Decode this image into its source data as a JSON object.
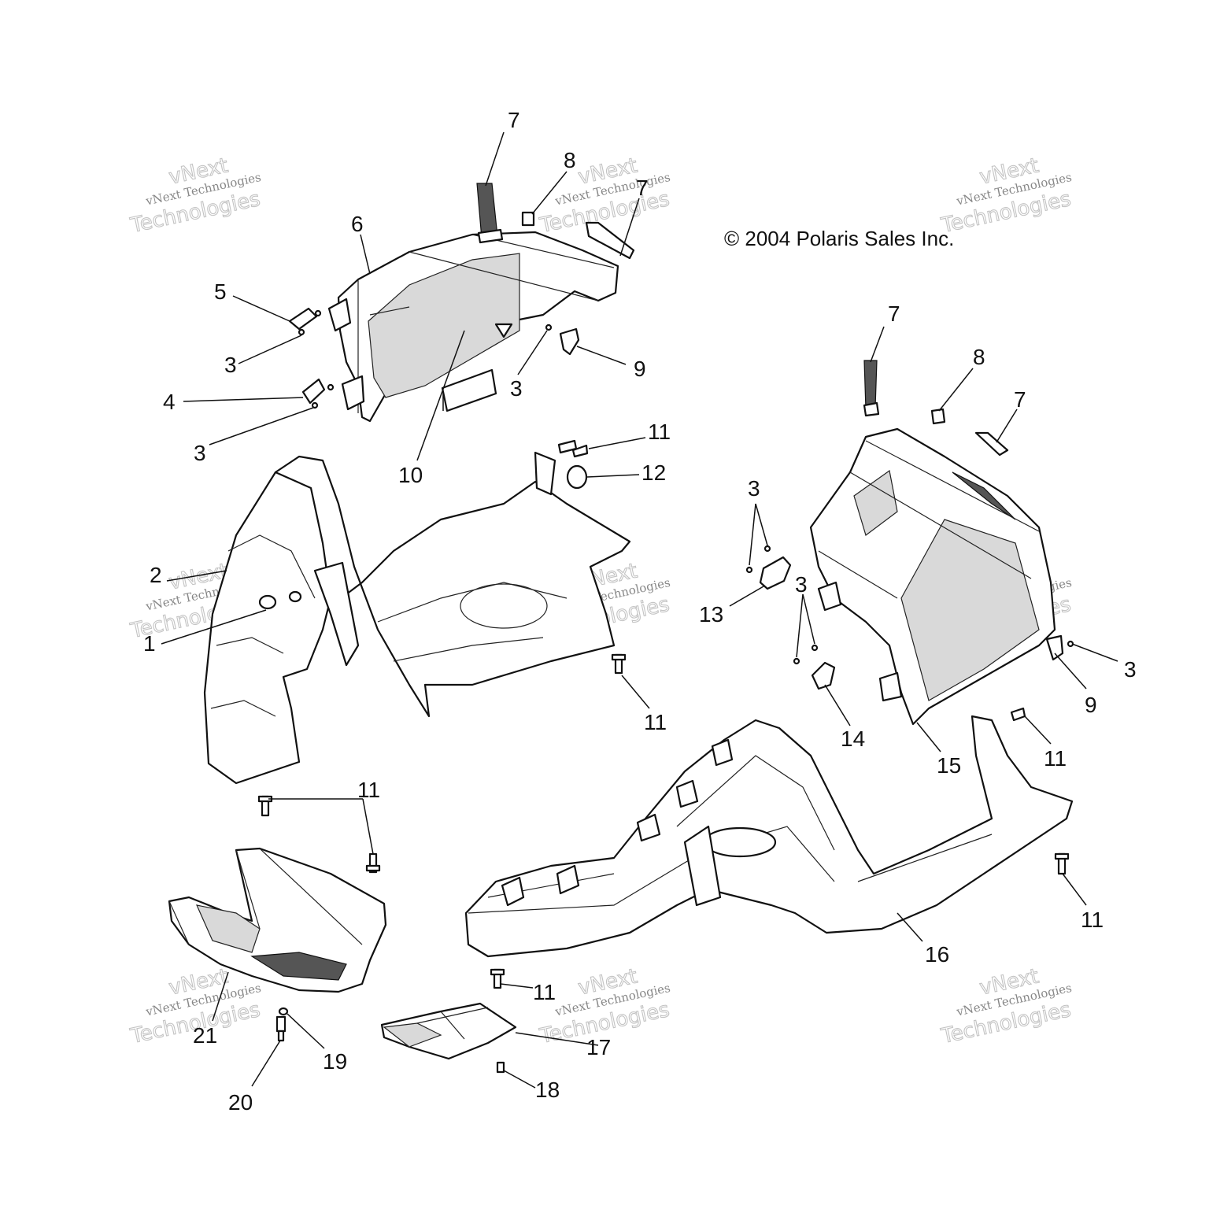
{
  "copyright": "© 2004 Polaris Sales Inc.",
  "watermark": {
    "line1": "vNext Technologies",
    "line2": "vNext",
    "line3": "Technologies"
  },
  "callouts": [
    {
      "id": "c7a",
      "label": "7"
    },
    {
      "id": "c8a",
      "label": "8"
    },
    {
      "id": "c7b",
      "label": "7"
    },
    {
      "id": "c6",
      "label": "6"
    },
    {
      "id": "c5",
      "label": "5"
    },
    {
      "id": "c3a",
      "label": "3"
    },
    {
      "id": "c4",
      "label": "4"
    },
    {
      "id": "c3b",
      "label": "3"
    },
    {
      "id": "c3c",
      "label": "3"
    },
    {
      "id": "c9a",
      "label": "9"
    },
    {
      "id": "c10",
      "label": "10"
    },
    {
      "id": "c11a",
      "label": "11"
    },
    {
      "id": "c12",
      "label": "12"
    },
    {
      "id": "c7c",
      "label": "7"
    },
    {
      "id": "c8b",
      "label": "8"
    },
    {
      "id": "c7d",
      "label": "7"
    },
    {
      "id": "c2",
      "label": "2"
    },
    {
      "id": "c1",
      "label": "1"
    },
    {
      "id": "c3d",
      "label": "3"
    },
    {
      "id": "c13",
      "label": "13"
    },
    {
      "id": "c3e",
      "label": "3"
    },
    {
      "id": "c3f",
      "label": "3"
    },
    {
      "id": "c9b",
      "label": "9"
    },
    {
      "id": "c11b",
      "label": "11"
    },
    {
      "id": "c14",
      "label": "14"
    },
    {
      "id": "c15",
      "label": "15"
    },
    {
      "id": "c11c",
      "label": "11"
    },
    {
      "id": "c11d",
      "label": "11"
    },
    {
      "id": "c11e",
      "label": "11"
    },
    {
      "id": "c16",
      "label": "16"
    },
    {
      "id": "c21",
      "label": "21"
    },
    {
      "id": "c11f",
      "label": "11"
    },
    {
      "id": "c19",
      "label": "19"
    },
    {
      "id": "c17",
      "label": "17"
    },
    {
      "id": "c20",
      "label": "20"
    },
    {
      "id": "c18",
      "label": "18"
    }
  ]
}
